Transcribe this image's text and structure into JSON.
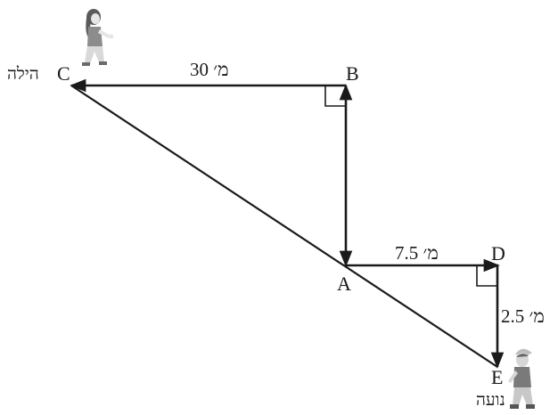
{
  "points": {
    "A": "A",
    "B": "B",
    "C": "C",
    "D": "D",
    "E": "E"
  },
  "measurements": {
    "cb": "30 מ׳",
    "ad": "7.5 מ׳",
    "de": "2.5 מ׳"
  },
  "people": {
    "hila": "הילה",
    "noa": "נועה"
  },
  "colors": {
    "line": "#1a1a1a",
    "hila_shirt": "#8c8c8c",
    "hila_pants": "#d9d9d9",
    "noa_shirt": "#7a7a7a",
    "noa_pants": "#c8c8c8"
  }
}
